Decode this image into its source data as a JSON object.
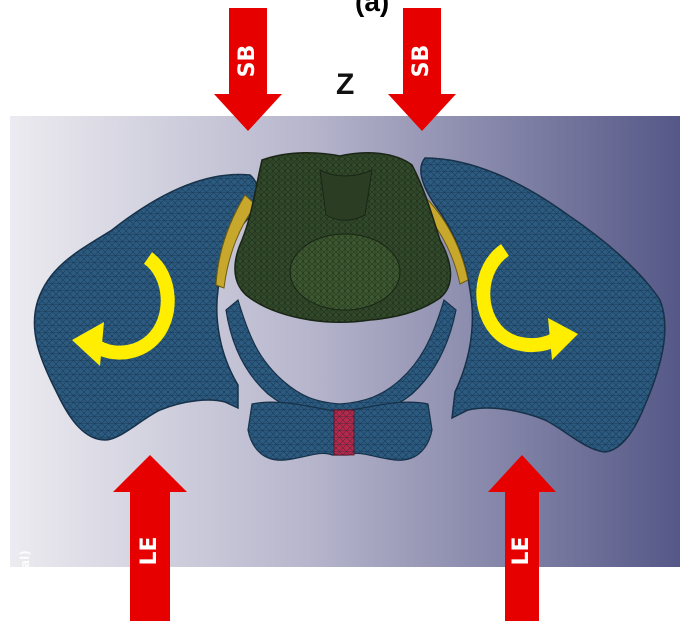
{
  "figure": {
    "top_caption": "(a)",
    "axis_label": "Z",
    "credit_text": "al)"
  },
  "loads": {
    "top_left": "SB",
    "top_right": "SB",
    "bottom_left": "LE",
    "bottom_right": "LE"
  },
  "colors": {
    "background_left": "#e6e4ec",
    "background_right": "#5a5c88",
    "bone": "#2c5a80",
    "sacrum": "#344a2c",
    "joint": "#c8a82c",
    "symphysis": "#b8284a",
    "load_arrow": "#e60000",
    "rotation_arrow": "#ffee00"
  }
}
